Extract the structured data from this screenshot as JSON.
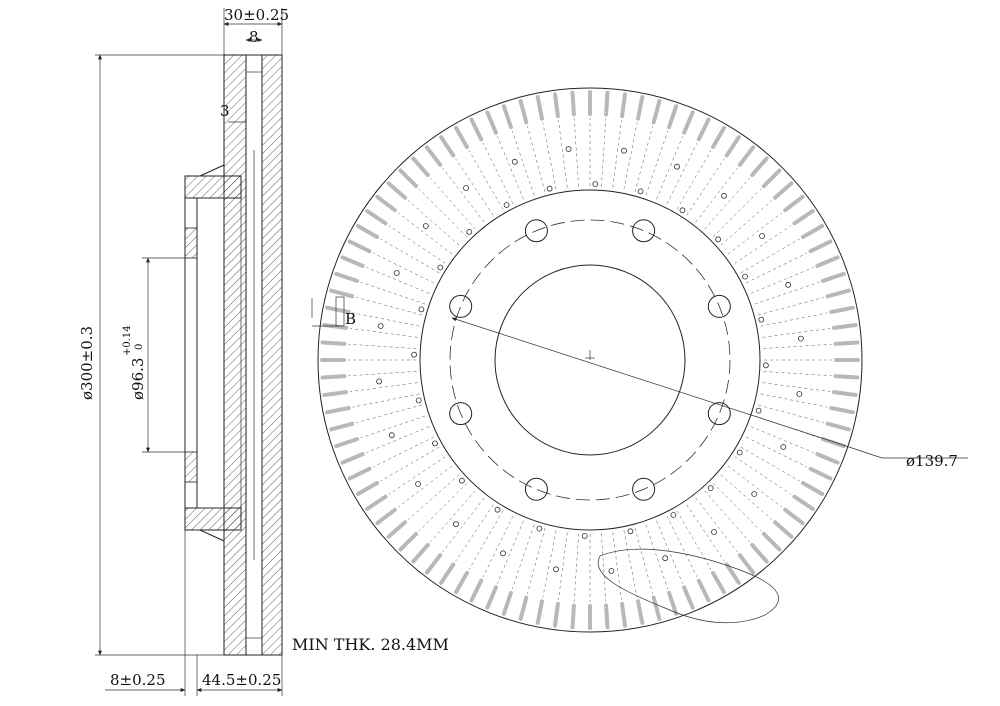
{
  "title": "",
  "colors": {
    "line": "#222222",
    "background": "#ffffff"
  },
  "dimensions": {
    "total_thickness": "30±0.25",
    "vane_gap": "8",
    "hat_wall": "3",
    "outer_diameter": "ø300±0.3",
    "center_bore_base": "ø96.3",
    "center_bore_tol_upper": "+0.14",
    "center_bore_tol_lower": "0",
    "bolt_circle": "ø139.7",
    "hat_offset": "8±0.25",
    "overall_height": "44.5±0.25",
    "datum_label": "B"
  },
  "notes": {
    "min_thickness": "MIN THK. 28.4MM"
  }
}
